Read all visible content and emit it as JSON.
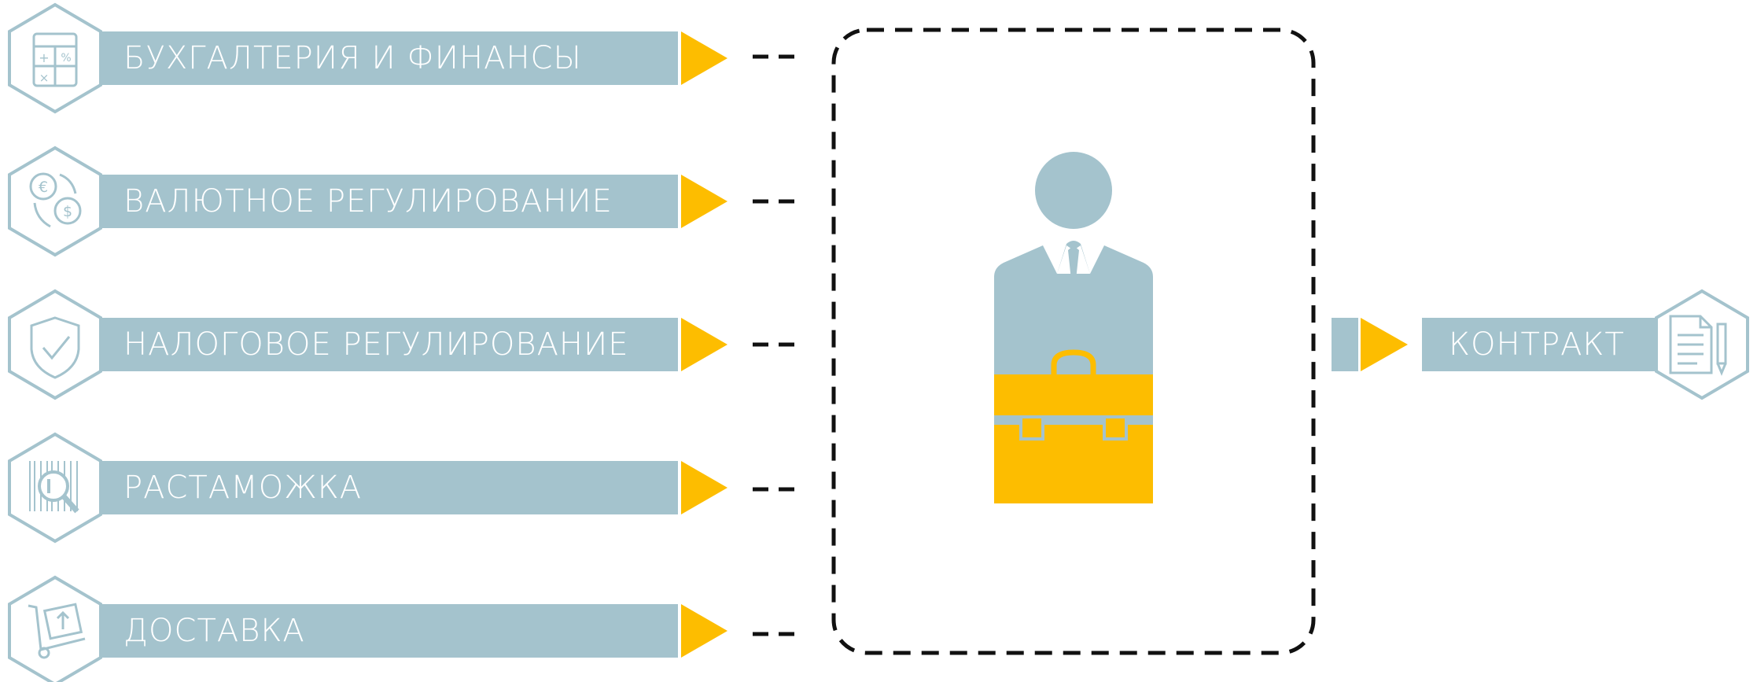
{
  "colors": {
    "bar": "#a4c3cd",
    "accent": "#fdbd00",
    "icon_stroke": "#a4c3cd",
    "dash": "#111111",
    "hex_fill": "#ffffff"
  },
  "inputs": [
    {
      "label": "БУХГАЛТЕРИЯ И ФИНАНСЫ",
      "icon": "calculator-icon"
    },
    {
      "label": "ВАЛЮТНОЕ РЕГУЛИРОВАНИЕ",
      "icon": "currency-exchange-icon"
    },
    {
      "label": "НАЛОГОВОЕ РЕГУЛИРОВАНИЕ",
      "icon": "shield-check-icon"
    },
    {
      "label": "РАСТАМОЖКА",
      "icon": "barcode-search-icon"
    },
    {
      "label": "ДОСТАВКА",
      "icon": "delivery-cart-icon"
    }
  ],
  "center": {
    "icon": "businessman-briefcase-icon"
  },
  "output": {
    "label": "КОНТРАКТ",
    "icon": "document-pen-icon"
  }
}
